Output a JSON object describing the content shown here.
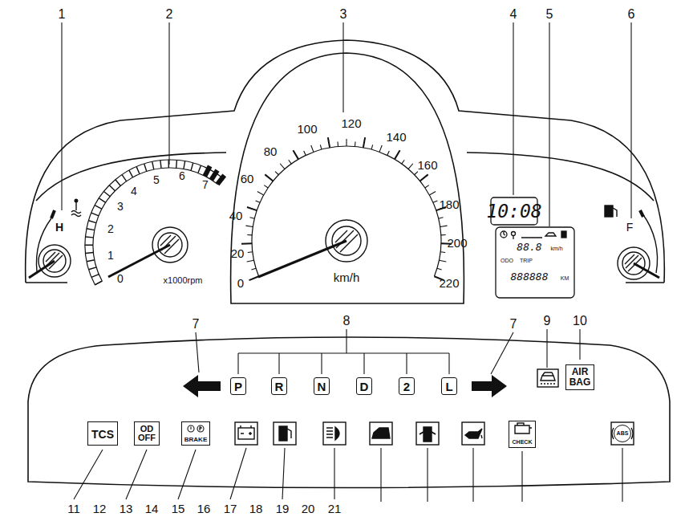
{
  "diagram": {
    "nodes": [
      {
        "text": [
          "P"
        ]
      },
      {
        "text": [
          "R"
        ]
      },
      {
        "text": [
          "N"
        ]
      },
      {
        "text": [
          "D"
        ]
      },
      {
        "text": [
          "2"
        ]
      },
      {
        "text": [
          "L"
        ]
      },
      {
        "text": [
          "AIR BAG"
        ]
      },
      {
        "text": [
          "TCS"
        ]
      },
      {
        "text": [
          "OD OFF"
        ]
      },
      {
        "text": [
          "BRAKE"
        ]
      },
      {
        "text": [
          "CHECK"
        ]
      },
      {
        "text": [
          "ABS"
        ]
      }
    ],
    "labels": [
      "1",
      "2",
      "3",
      "4",
      "5",
      "6",
      "7",
      "8",
      "7",
      "9",
      "10",
      "11",
      "12",
      "13",
      "14",
      "15",
      "16",
      "17",
      "18",
      "19",
      "20",
      "21",
      "H",
      "0",
      "1",
      "2",
      "3",
      "4",
      "5",
      "6",
      "7",
      "x1000rpm",
      "0",
      "20",
      "40",
      "60",
      "80",
      "100",
      "120",
      "140",
      "160",
      "180",
      "200",
      "220",
      "km/h",
      "10:08",
      "88.8",
      "km/h",
      "ODO",
      "TRIP",
      "888888",
      "KM",
      "F"
    ]
  }
}
